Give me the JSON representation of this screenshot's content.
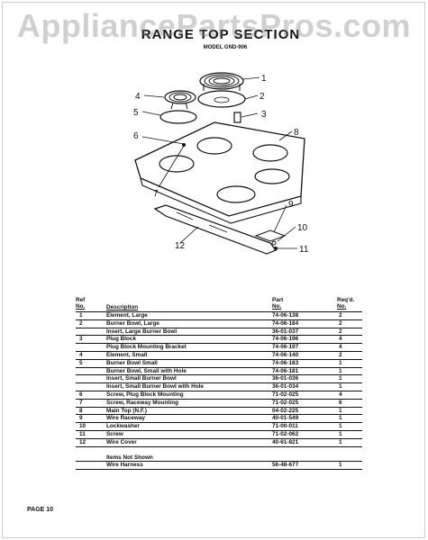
{
  "watermark": "AppliancePartsPros.com",
  "header": {
    "title": "RANGE TOP SECTION",
    "model": "MODEL GND-906"
  },
  "diagram": {
    "callouts": [
      "1",
      "2",
      "3",
      "4",
      "5",
      "6",
      "7",
      "8",
      "9",
      "10",
      "11",
      "12"
    ]
  },
  "table": {
    "headers": {
      "ref_top": "Ref",
      "ref_bottom": "No.",
      "description": "Description",
      "part_top": "Part",
      "part_bottom": "No.",
      "req_top": "Req'd.",
      "req_bottom": "No."
    },
    "rows": [
      {
        "ref": "1",
        "desc": "Element, Large",
        "part": "74-06-138",
        "qty": "2"
      },
      {
        "ref": "2",
        "desc": "Burner Bowl, Large",
        "part": "74-06-184",
        "qty": "2"
      },
      {
        "ref": "",
        "desc": "Insert, Large Burner Bowl",
        "part": "36-01-037",
        "qty": "2"
      },
      {
        "ref": "3",
        "desc": "Plug Block",
        "part": "74-06-196",
        "qty": "4"
      },
      {
        "ref": "",
        "desc": "Plug Block Mounting Bracket",
        "part": "74-06-197",
        "qty": "4"
      },
      {
        "ref": "4",
        "desc": "Element, Small",
        "part": "74-06-140",
        "qty": "2"
      },
      {
        "ref": "5",
        "desc": "Burner Bowl Small",
        "part": "74-06-183",
        "qty": "1"
      },
      {
        "ref": "",
        "desc": "Burner Bowl, Small with Hole",
        "part": "74-06-181",
        "qty": "1"
      },
      {
        "ref": "",
        "desc": "Insert, Small Burner Bowl",
        "part": "36-01-036",
        "qty": "1"
      },
      {
        "ref": "",
        "desc": "Insert, Small Burner Bowl with Hole",
        "part": "36-01-034",
        "qty": "1"
      },
      {
        "ref": "6",
        "desc": "Screw, Plug Block Mounting",
        "part": "71-02-025",
        "qty": "4"
      },
      {
        "ref": "7",
        "desc": "Screw, Raceway Mounting",
        "part": "71-02-025",
        "qty": "6"
      },
      {
        "ref": "8",
        "desc": "Main Top (N.F.)",
        "part": "04-02-225",
        "qty": "1"
      },
      {
        "ref": "9",
        "desc": "Wire Raceway",
        "part": "40-01-549",
        "qty": "1"
      },
      {
        "ref": "10",
        "desc": "Lockwasher",
        "part": "71-00-011",
        "qty": "1"
      },
      {
        "ref": "11",
        "desc": "Screw",
        "part": "71-02-062",
        "qty": "1"
      },
      {
        "ref": "12",
        "desc": "Wire Cover",
        "part": "40-61-821",
        "qty": "1"
      }
    ],
    "extra_rows": [
      {
        "ref": "",
        "desc": "Items Not Shown",
        "part": "",
        "qty": ""
      },
      {
        "ref": "",
        "desc": "Wire Harness",
        "part": "56-48-677",
        "qty": "1"
      }
    ]
  },
  "footer": {
    "page": "PAGE 10"
  }
}
